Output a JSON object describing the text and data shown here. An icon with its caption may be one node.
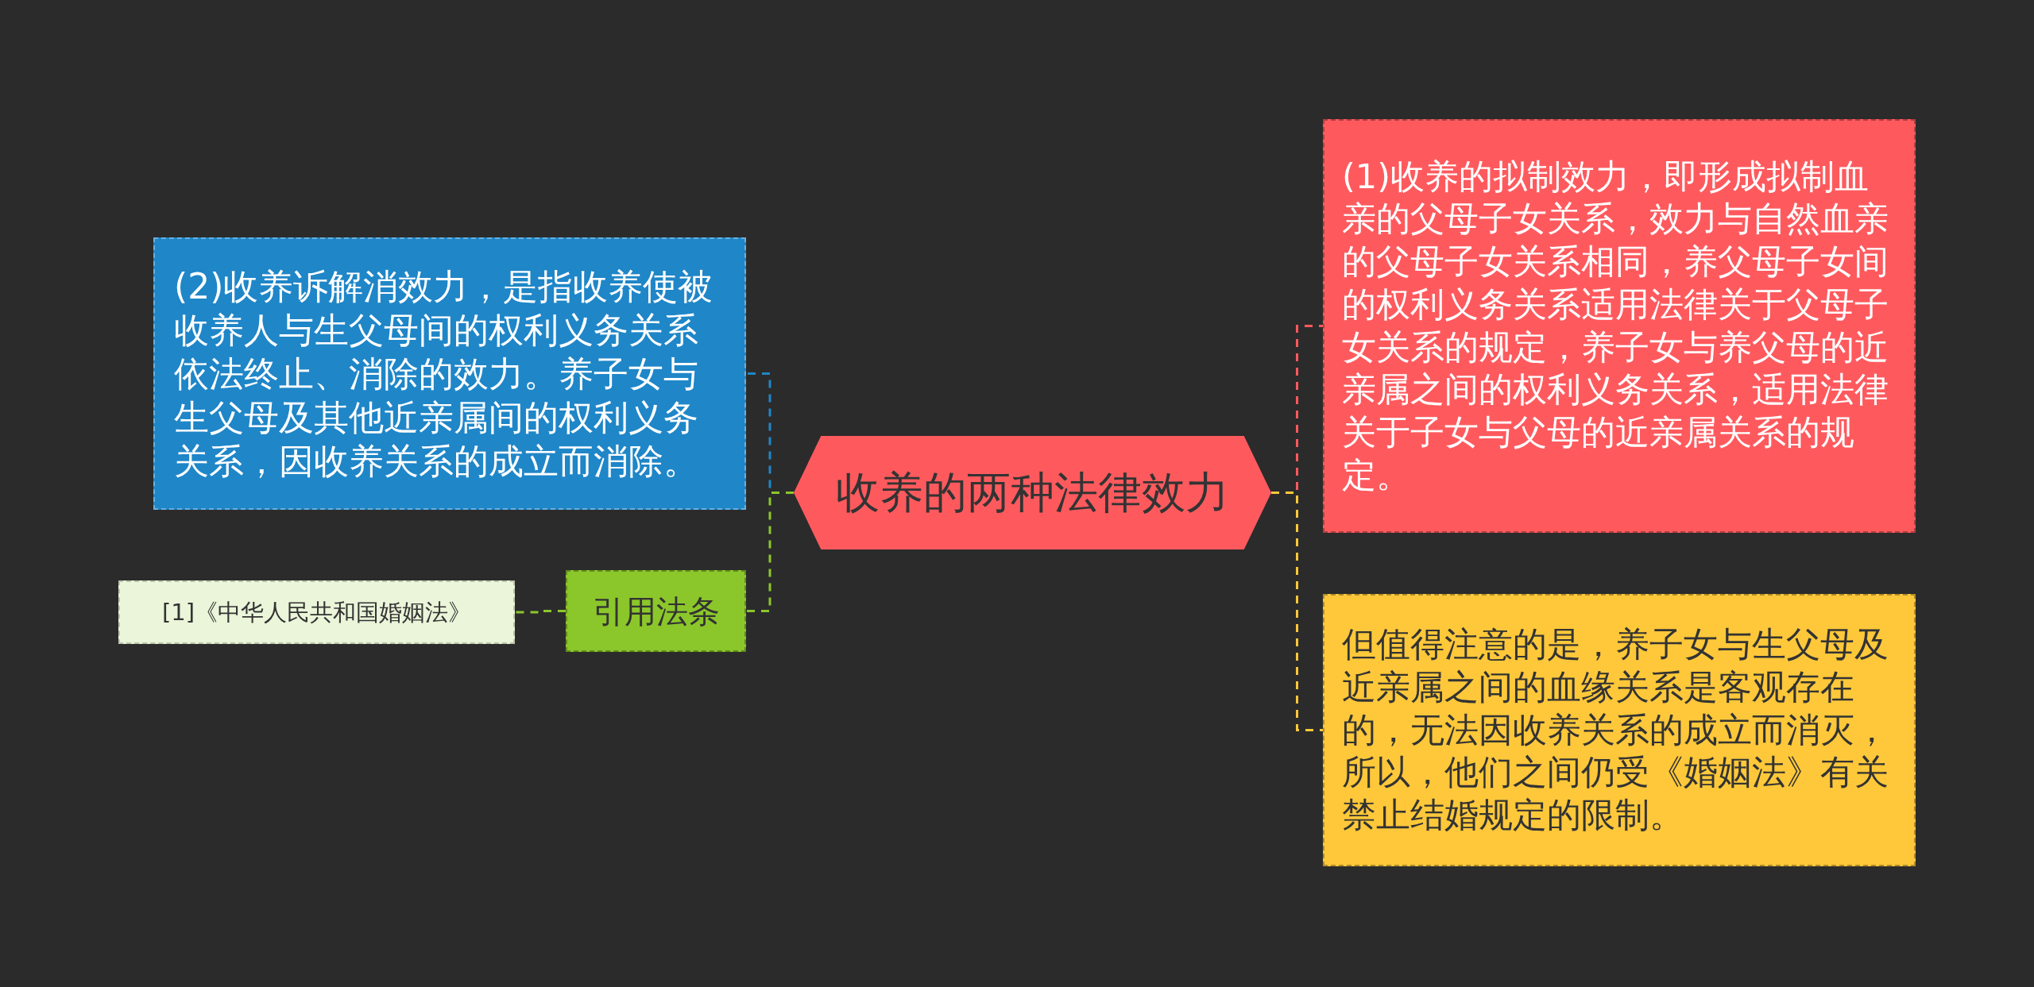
{
  "diagram": {
    "nodes": [
      {
        "text": [
          "收养的两种法律效力"
        ]
      },
      {
        "text": [
          "(2)收养诉解消效力，是指收养使被收养人与生父母间的权利义务关系依法终止、消除的效力。养子女与生父母及其他近亲属间的权利义务关系，因收养关系的成立而消除。"
        ]
      },
      {
        "text": [
          "引用法条"
        ]
      },
      {
        "text": [
          "[1]《中华人民共和国婚姻法》"
        ]
      },
      {
        "text": [
          "(1)收养的拟制效力，即形成拟制血亲的父母子女关系，效力与自然血亲的父母子女关系相同，养父母子女间的权利义务关系适用法律关于父母子女关系的规定，养子女与养父母的近亲属之间的权利义务关系，适用法律关于子女与父母的近亲属关系的规定。"
        ]
      },
      {
        "text": [
          "但值得注意的是，养子女与生父母及近亲属之间的血缘关系是客观存在的，无法因收养关系的成立而消灭，所以，他们之间仍受《婚姻法》有关禁止结婚规定的限制。"
        ]
      }
    ],
    "edges": [
      {
        "from": 0,
        "to": 1,
        "arrow": "none",
        "style": "dashed",
        "color": "#1f86c8"
      },
      {
        "from": 0,
        "to": 2,
        "arrow": "none",
        "style": "dashed",
        "color": "#8bc72a"
      },
      {
        "from": 2,
        "to": 3,
        "arrow": "none",
        "style": "dashed",
        "color": "#8bc72a"
      },
      {
        "from": 0,
        "to": 4,
        "arrow": "none",
        "style": "dashed",
        "color": "#fe5a5e"
      },
      {
        "from": 0,
        "to": 5,
        "arrow": "none",
        "style": "dashed",
        "color": "#fec83a"
      }
    ]
  }
}
